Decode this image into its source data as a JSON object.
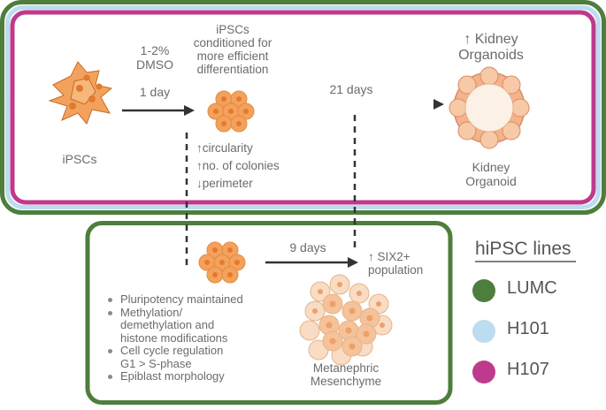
{
  "colors": {
    "lumc_green": "#4e7e3c",
    "h101_blue": "#bcdcf0",
    "h107_magenta": "#be3a8c",
    "cell_orange": "#f3a25d",
    "arrow": "#333333"
  },
  "top_panel": {
    "ipscs_label": "iPSCs",
    "dmso_label": "1-2%\nDMSO",
    "one_day_label": "1 day",
    "conditioned_label": "iPSCs\nconditioned for\nmore efficient\ndifferentiation",
    "twentyone_days_label": "21 days",
    "kidney_organoids_header": "↑ Kidney\nOrganoids",
    "kidney_organoid_label": "Kidney\nOrganoid",
    "changes": [
      "↑circularity",
      "↑no. of colonies",
      "↓perimeter"
    ]
  },
  "bottom_panel": {
    "nine_days_label": "9 days",
    "six2_label": "↑ SIX2+\npopulation",
    "metanephric_label": "Metanephric\nMesenchyme",
    "bullets": [
      "Pluripotency maintained",
      "Methylation/\ndemethylation and\nhistone modifications",
      "Cell cycle regulation\n G1 > S-phase",
      "Epiblast morphology"
    ]
  },
  "legend": {
    "title": "hiPSC lines",
    "items": [
      {
        "label": "LUMC",
        "color": "#4e7e3c"
      },
      {
        "label": "H101",
        "color": "#bcdcf0"
      },
      {
        "label": "H107",
        "color": "#be3a8c"
      }
    ]
  }
}
